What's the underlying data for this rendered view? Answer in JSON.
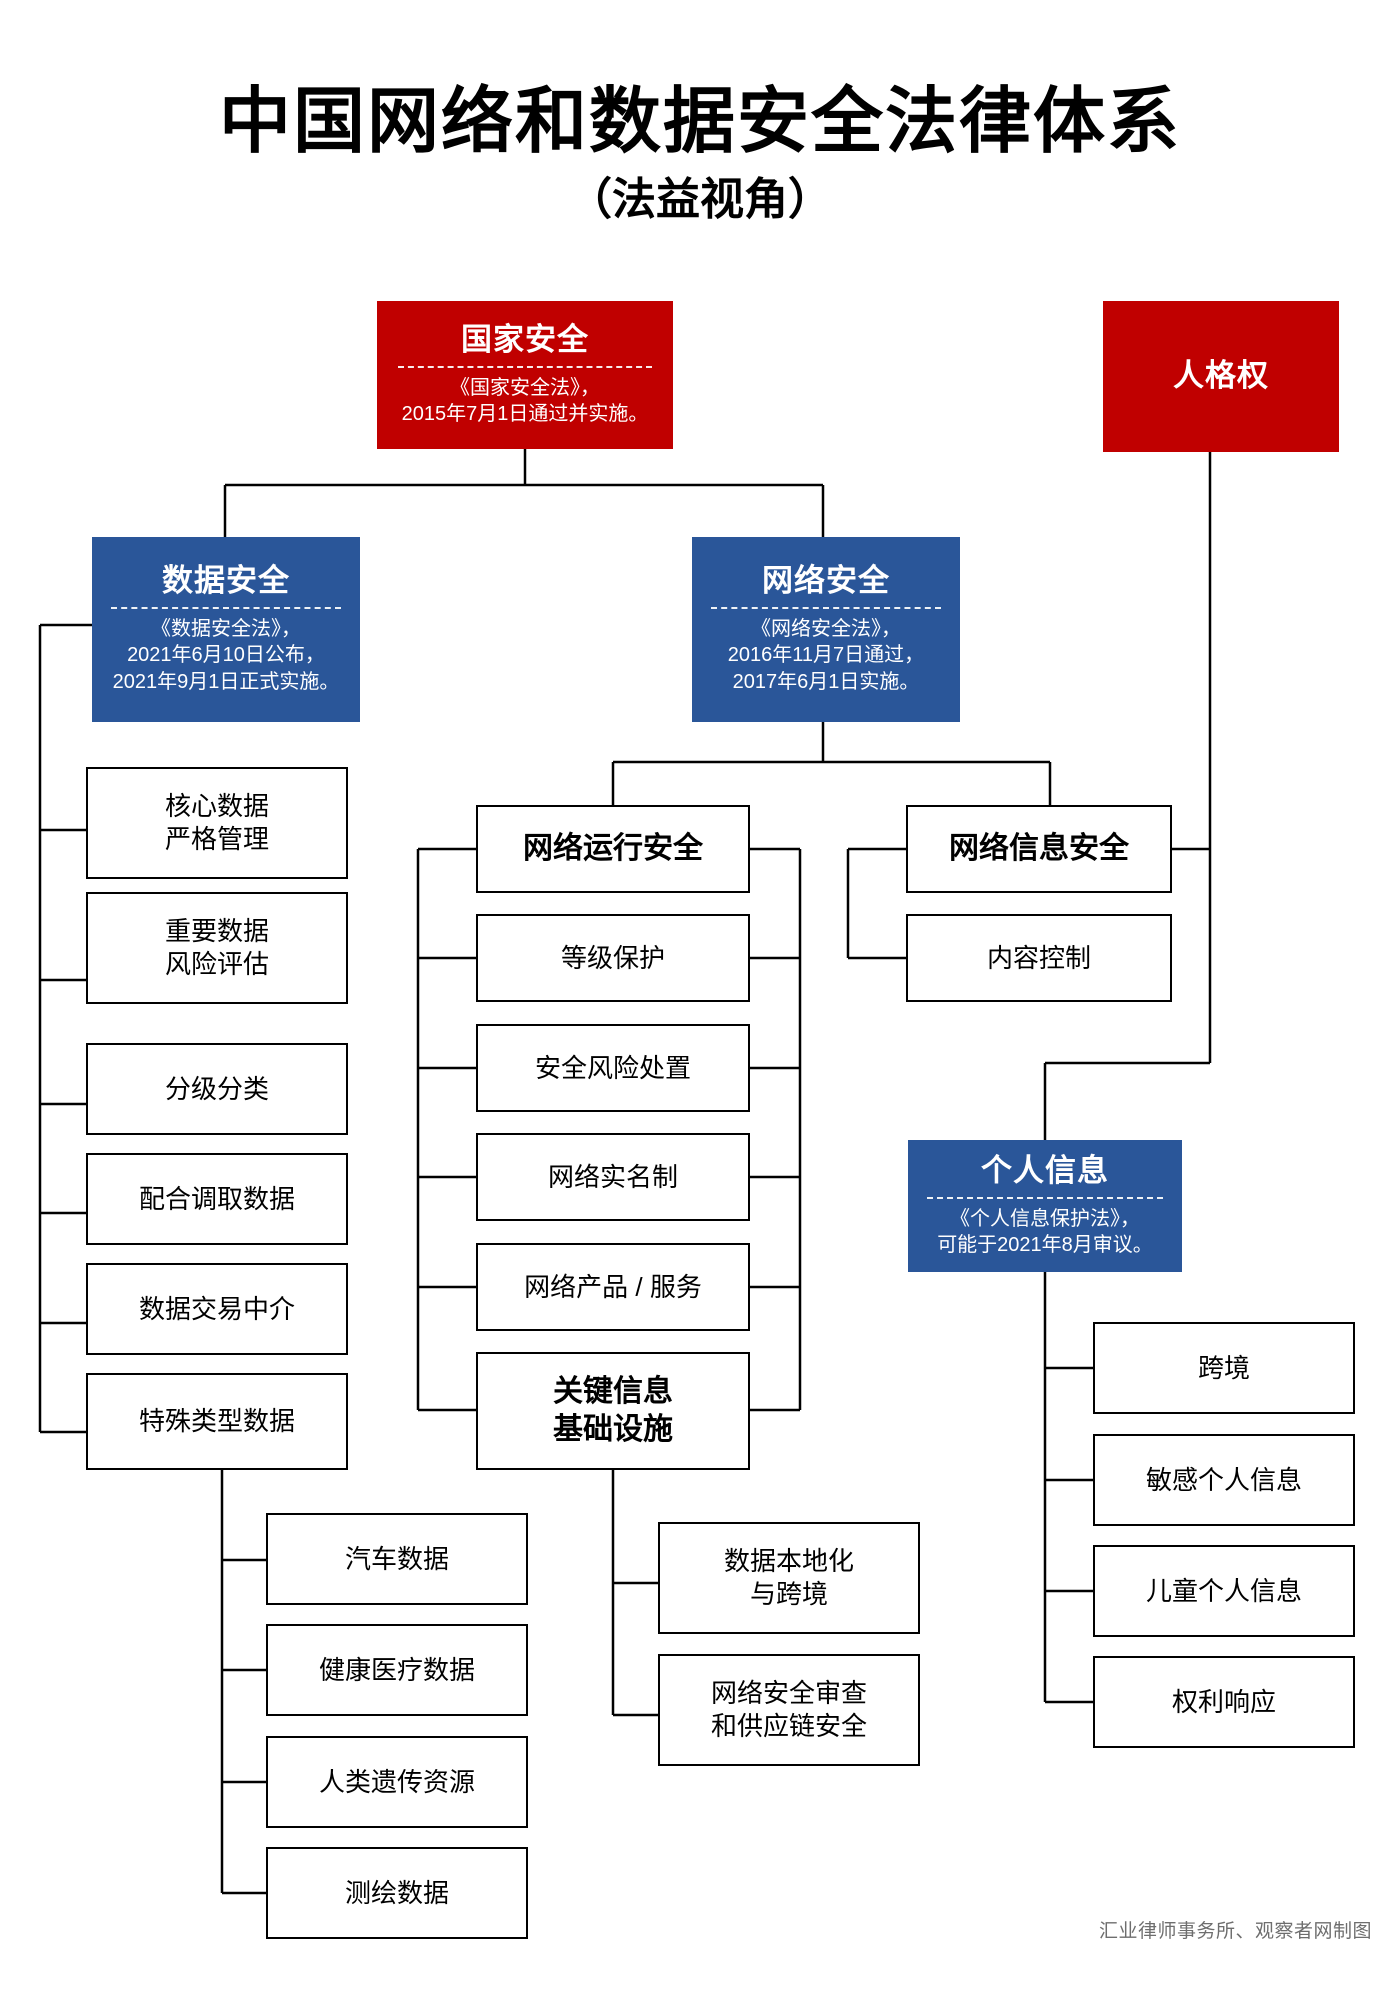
{
  "header": {
    "title": "中国网络和数据安全法律体系",
    "subtitle": "（法益视角）"
  },
  "credit": "汇业律师事务所、观察者网制图",
  "colors": {
    "red": "#c00000",
    "blue": "#2a5699",
    "outline": "#000000",
    "credit_text": "#6e6e6e"
  },
  "nodes": {
    "national_security": {
      "head": "国家安全",
      "sub": "《国家安全法》，\n2015年7月1日通过并实施。"
    },
    "personality_right": {
      "head": "人格权",
      "sub": ""
    },
    "data_security": {
      "head": "数据安全",
      "sub": "《数据安全法》，\n2021年6月10日公布，\n2021年9月1日正式实施。"
    },
    "network_security": {
      "head": "网络安全",
      "sub": "《网络安全法》，\n2016年11月7日通过，\n2017年6月1日实施。"
    },
    "personal_information": {
      "head": "个人信息",
      "sub": "《个人信息保护法》，\n可能于2021年8月审议。"
    }
  },
  "branches": {
    "data_security_children": [
      {
        "label": "核心数据\n严格管理"
      },
      {
        "label": "重要数据\n风险评估"
      },
      {
        "label": "分级分类"
      },
      {
        "label": "配合调取数据"
      },
      {
        "label": "数据交易中介"
      },
      {
        "label": "特殊类型数据"
      }
    ],
    "special_data_children": [
      {
        "label": "汽车数据"
      },
      {
        "label": "健康医疗数据"
      },
      {
        "label": "人类遗传资源"
      },
      {
        "label": "测绘数据"
      }
    ],
    "network_operation": {
      "label": "网络运行安全",
      "children": [
        {
          "label": "等级保护"
        },
        {
          "label": "安全风险处置"
        },
        {
          "label": "网络实名制"
        },
        {
          "label": "网络产品 / 服务"
        },
        {
          "label": "关键信息\n基础设施"
        }
      ]
    },
    "cii_children": [
      {
        "label": "数据本地化\n与跨境"
      },
      {
        "label": "网络安全审查\n和供应链安全"
      }
    ],
    "network_information": {
      "label": "网络信息安全",
      "children": [
        {
          "label": "内容控制"
        }
      ]
    },
    "personal_information_children": [
      {
        "label": "跨境"
      },
      {
        "label": "敏感个人信息"
      },
      {
        "label": "儿童个人信息"
      },
      {
        "label": "权利响应"
      }
    ]
  }
}
